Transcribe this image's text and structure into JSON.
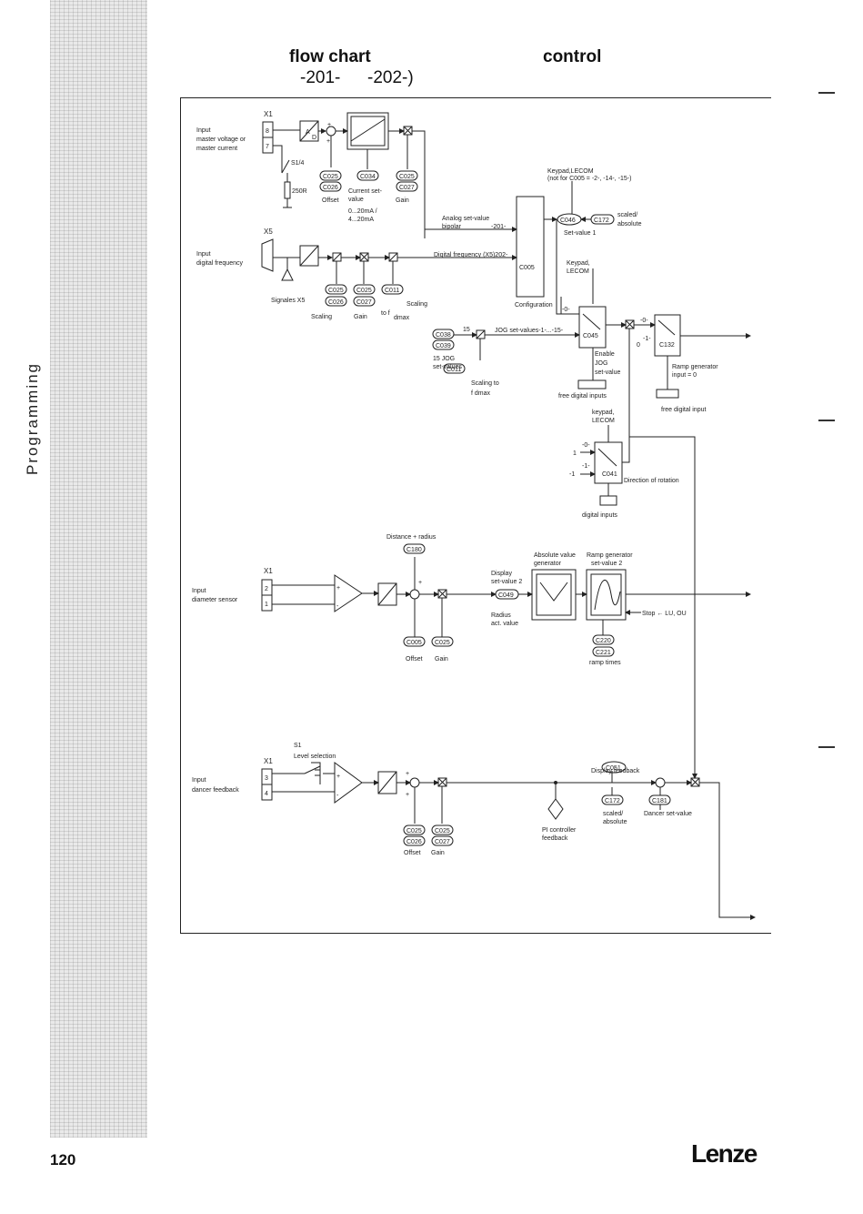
{
  "sidebar": {
    "label": "Programming"
  },
  "header": {
    "title_left": "flow chart",
    "title_right": "control",
    "subtitle_left": "-201-",
    "subtitle_right": "-202-)"
  },
  "footer": {
    "page_number": "120",
    "brand": "Lenze"
  },
  "diagram": {
    "terminal_x1": "X1",
    "terminal_x5": "X5",
    "terminal_8": "8",
    "terminal_7": "7",
    "terminal_2": "2",
    "terminal_1": "1",
    "terminal_3": "3",
    "terminal_4": "4",
    "input_master_1": "Input",
    "input_master_2": "master voltage or",
    "input_master_3": "master current",
    "switch_s14": "S1/4",
    "resistor_250r": "250R",
    "c025": "C025",
    "c026": "C026",
    "c034": "C034",
    "c027": "C027",
    "c011": "C011",
    "c046": "C046",
    "c172": "C172",
    "c038": "C038",
    "c039": "C039",
    "c045": "C045",
    "c132": "C132",
    "c041": "C041",
    "c005": "C005",
    "c180": "C180",
    "c049": "C049",
    "c220": "C220",
    "c221": "C221",
    "c051": "C051",
    "c181": "C181",
    "offset": "Offset",
    "gain": "Gain",
    "current_setvalue_1": "Current set-",
    "current_setvalue_2": "value",
    "range_1": "0...20mA /",
    "range_2": "4...20mA",
    "analog_setvalue": "Analog set-value",
    "bipolar": "bipolar",
    "path_201": "-201-",
    "digital_frequency_path": "Digital frequency (X5)202-",
    "keypad_lecom_top": "Keypad,LECOM",
    "not_for": "(not for C005 = -2-, -14-, -15-)",
    "scaled_1": "scaled/",
    "absolute": "absolute",
    "set_value_1": "Set-value 1",
    "input_digital_1": "Input",
    "input_digital_2": "digital frequency",
    "signals_x5": "Signales X5",
    "scaling": "Scaling",
    "scaling_to": "Scaling",
    "to_f": "to f",
    "dmax": "dmax",
    "configuration": "Configuration",
    "keypad": "Keypad,",
    "lecom": "LECOM",
    "jog_15": "15",
    "jog_setvalues": "JOG set-values-1-...-15-",
    "jog_15_1": "15 JOG",
    "jog_15_2": "set-values",
    "scaling_to_2": "Scaling to",
    "fdmax": "f dmax",
    "enable_1": "Enable",
    "enable_2": "JOG",
    "enable_3": "set-value",
    "free_digital_inputs": "free digital inputs",
    "ramp_gen_1": "Ramp generator",
    "ramp_gen_2": "input = 0",
    "free_digital_input": "free digital input",
    "keypad_lower": "keypad,",
    "lecom_lower": "LECOM",
    "direction": "Direction of rotation",
    "digital_inputs": "digital inputs",
    "sw_0": "-0-",
    "sw_1": "-1-",
    "one": "1",
    "minus_one": "-1",
    "zero": "0",
    "input_dia_1": "Input",
    "input_dia_2": "diameter sensor",
    "distance_radius": "Distance + radius",
    "display_1": "Display",
    "display_2": "set-value 2",
    "radius_1": "Radius",
    "radius_2": "act. value",
    "abs_value_gen": "Absolute value",
    "generator": "generator",
    "ramp_gen_sv2": "Ramp generator",
    "setvalue_2": "set-value 2",
    "stop": "Stop ← LU, OU",
    "ramp_times": "ramp times",
    "input_dancer_1": "Input",
    "input_dancer_2": "dancer feedback",
    "s1": "S1",
    "level_selection": "Level selection",
    "display_feedback": "Display feedback",
    "pi_1": "PI controller",
    "pi_2": "feedback",
    "scaled_2": "scaled/",
    "absolute_2": "absolute",
    "dancer_setvalue": "Dancer set-value",
    "plus": "+",
    "minus": "-",
    "ad_a": "A",
    "ad_d": "D"
  }
}
